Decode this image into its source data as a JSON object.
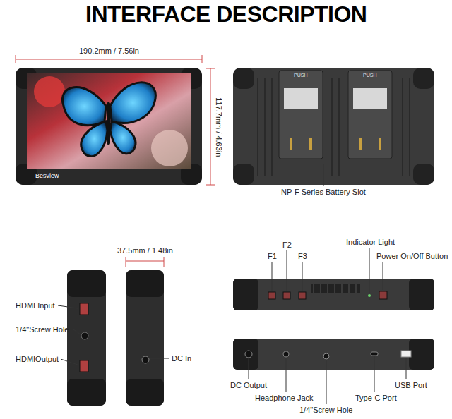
{
  "diagram": {
    "title": "INTERFACE DESCRIPTION",
    "labels": [
      "190.2mm / 7.56in",
      "117.7mm / 4.63in",
      "Besview",
      "PUSH",
      "PUSH",
      "NP-F Series Battery Slot",
      "37.5mm / 1.48in",
      "HDMI Input",
      "1/4\"Screw Hole",
      "HDMIOutput",
      "DC In",
      "F1",
      "F2",
      "F3",
      "Indicator Light",
      "Power On/Off Button",
      "DC Output",
      "Headphone Jack",
      "1/4\"Screw Hole",
      "Type-C Port",
      "USB Port"
    ]
  }
}
